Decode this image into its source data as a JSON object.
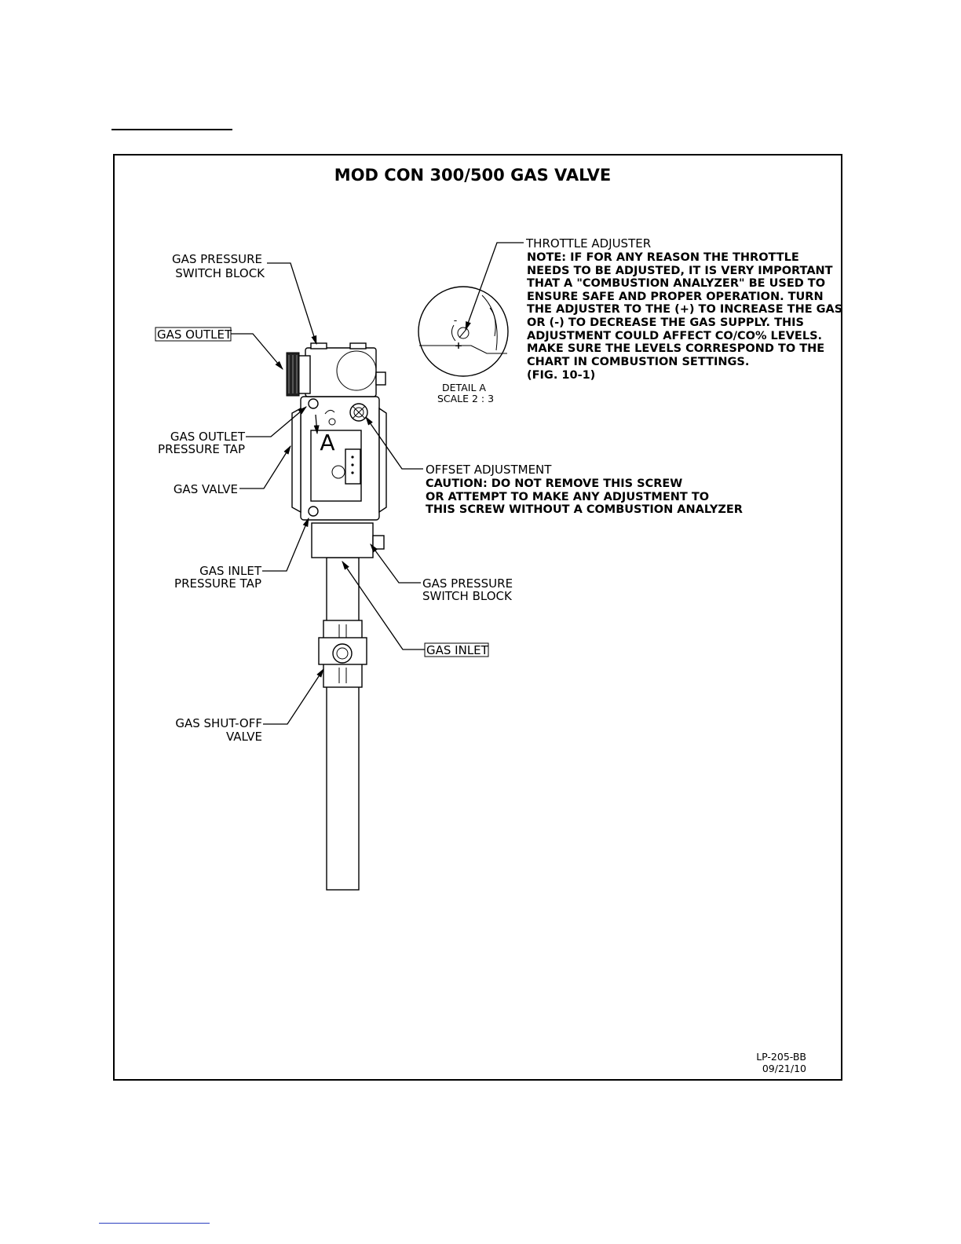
{
  "title": "MOD CON 300/500 GAS VALVE",
  "labels": {
    "gas_pressure_switch_block_top": [
      "GAS PRESSURE",
      "SWITCH BLOCK"
    ],
    "gas_outlet": "GAS OUTLET",
    "gas_outlet_pressure_tap": [
      "GAS OUTLET",
      "PRESSURE TAP"
    ],
    "gas_valve": "GAS VALVE",
    "gas_inlet_pressure_tap": [
      "GAS INLET",
      "PRESSURE TAP"
    ],
    "gas_shutoff_valve": [
      "GAS SHUT-OFF",
      "VALVE"
    ],
    "gas_pressure_switch_block_bottom": [
      "GAS PRESSURE",
      "SWITCH BLOCK"
    ],
    "gas_inlet": "GAS INLET",
    "offset_adjustment": "OFFSET ADJUSTMENT",
    "throttle_adjuster": "THROTTLE ADJUSTER",
    "detail_marker": "A"
  },
  "throttle_note": [
    "NOTE:  IF FOR ANY REASON THE THROTTLE",
    "NEEDS TO BE ADJUSTED, IT IS VERY IMPORTANT",
    "THAT A \"COMBUSTION ANALYZER\" BE USED TO",
    "ENSURE SAFE AND PROPER OPERATION.  TURN",
    "THE ADJUSTER TO THE (+) TO INCREASE THE GAS",
    "OR (-) TO DECREASE THE GAS SUPPLY.  THIS",
    "ADJUSTMENT COULD AFFECT CO/CO% LEVELS.",
    "MAKE SURE THE LEVELS CORRESPOND TO THE",
    "CHART IN COMBUSTION SETTINGS.",
    "(FIG. 10-1)"
  ],
  "offset_caution": [
    "CAUTION:  DO NOT REMOVE THIS SCREW",
    "OR ATTEMPT TO MAKE ANY ADJUSTMENT TO",
    "THIS SCREW WITHOUT A COMBUSTION ANALYZER"
  ],
  "detail": {
    "name": "DETAIL A",
    "scale": "SCALE 2 : 3",
    "minus": "-",
    "plus": "+"
  },
  "drawing_number": "LP-205-BB",
  "drawing_date": "09/21/10"
}
